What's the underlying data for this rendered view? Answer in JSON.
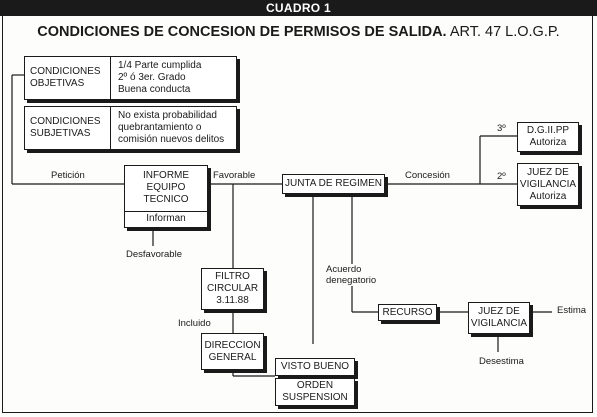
{
  "header": {
    "badge": "CUADRO 1"
  },
  "title": {
    "bold": "CONDICIONES DE CONCESION DE PERMISOS DE SALIDA.",
    "normal": "ART. 47 L.O.G.P."
  },
  "conditions": {
    "objective_label": "CONDICIONES\nOBJETIVAS",
    "objective_items": "1/4 Parte cumplida\n2º ó 3er. Grado\nBuena conducta",
    "subjective_label": "CONDICIONES\nSUBJETIVAS",
    "subjective_items": "No exista probabilidad\nquebrantamiento o\ncomisión nuevos delitos"
  },
  "nodes": {
    "informe_title": "INFORME\nEQUIPO\nTECNICO",
    "informe_sub": "Informan",
    "junta": "JUNTA DE REGIMEN",
    "dgiipp": "D.G.II.PP\nAutoriza",
    "juez_autoriza": "JUEZ DE\nVIGILANCIA\nAutoriza",
    "filtro": "FILTRO\nCIRCULAR\n3.11.88",
    "direccion": "DIRECCION\nGENERAL",
    "visto_bueno": "VISTO BUENO",
    "orden": "ORDEN\nSUSPENSION",
    "recurso": "RECURSO",
    "juez_vigilancia": "JUEZ DE\nVIGILANCIA"
  },
  "labels": {
    "peticion": "Petición",
    "favorable": "Favorable",
    "desfavorable": "Desfavorable",
    "concesion": "Concesión",
    "grado3": "3º",
    "grado2": "2º",
    "acuerdo": "Acuerdo\ndenegatorio",
    "incluido": "Incluido",
    "estima": "Estima",
    "desestima": "Desestima"
  }
}
